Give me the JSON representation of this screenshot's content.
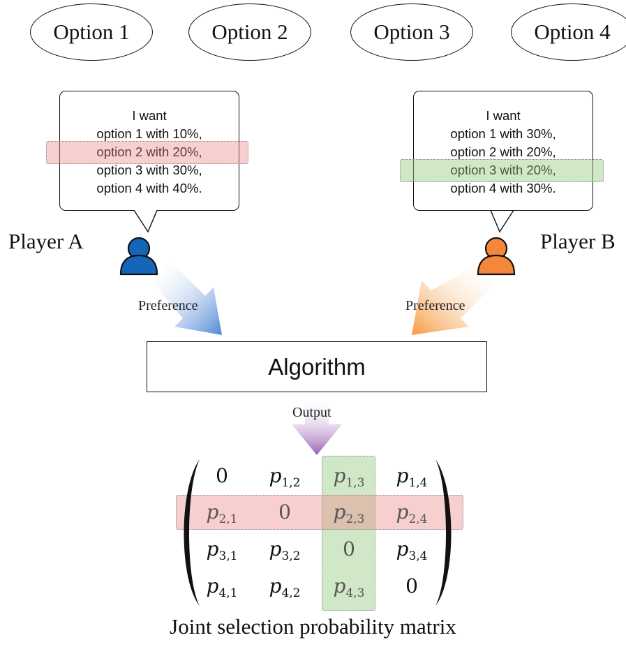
{
  "options": [
    "Option 1",
    "Option 2",
    "Option 3",
    "Option 4"
  ],
  "player_a": {
    "label": "Player A",
    "bubble_lines": [
      "I want",
      "option 1 with 10%,",
      "option 2 with 20%,",
      "option 3 with 30%,",
      "option 4 with 40%."
    ],
    "highlight_line": 2,
    "arrow_label": "Preference",
    "color": "#1565b8"
  },
  "player_b": {
    "label": "Player B",
    "bubble_lines": [
      "I want",
      "option 1 with 30%,",
      "option 2 with 20%,",
      "option 3 with 20%,",
      "option 4 with 30%."
    ],
    "highlight_line": 3,
    "arrow_label": "Preference",
    "color": "#f5873a"
  },
  "algorithm": {
    "label": "Algorithm"
  },
  "output": {
    "label": "Output",
    "color": "#a36bb8"
  },
  "matrix": {
    "rows": [
      [
        {
          "v": "0"
        },
        {
          "p": "p",
          "s": "1,2"
        },
        {
          "p": "p",
          "s": "1,3"
        },
        {
          "p": "p",
          "s": "1,4"
        }
      ],
      [
        {
          "p": "p",
          "s": "2,1"
        },
        {
          "v": "0"
        },
        {
          "p": "p",
          "s": "2,3"
        },
        {
          "p": "p",
          "s": "2,4"
        }
      ],
      [
        {
          "p": "p",
          "s": "3,1"
        },
        {
          "p": "p",
          "s": "3,2"
        },
        {
          "v": "0"
        },
        {
          "p": "p",
          "s": "3,4"
        }
      ],
      [
        {
          "p": "p",
          "s": "4,1"
        },
        {
          "p": "p",
          "s": "4,2"
        },
        {
          "p": "p",
          "s": "4,3"
        },
        {
          "v": "0"
        }
      ]
    ],
    "highlight_row": 2,
    "highlight_col": 3,
    "caption": "Joint selection probability matrix"
  },
  "colors": {
    "highlight_red": "#eb8c8c",
    "highlight_green": "#96cd82"
  }
}
